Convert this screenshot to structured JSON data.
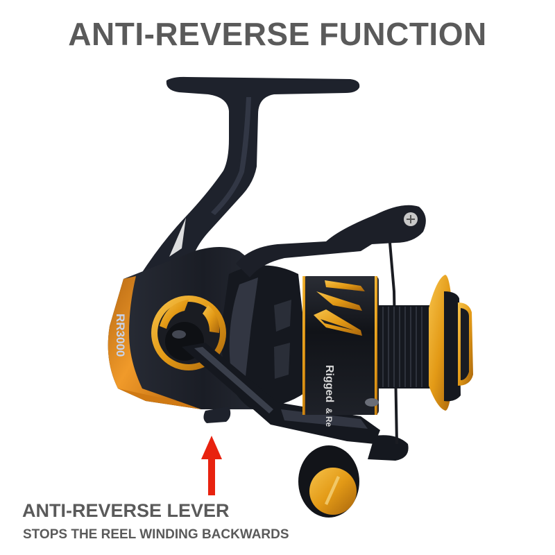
{
  "header": {
    "title": "ANTI-REVERSE FUNCTION"
  },
  "product": {
    "model_label": "RR3000",
    "brand_label": "Rigged",
    "brand_suffix": "& Re",
    "colors": {
      "body": "#1c1f28",
      "body_highlight": "#3a3f4c",
      "gold": "#e8a21a",
      "gold_dark": "#a8650c",
      "orange_panel": "#e58a18"
    }
  },
  "callout": {
    "arrow_color": "#e8220f",
    "title": "ANTI-REVERSE LEVER",
    "subtitle": "STOPS THE REEL WINDING BACKWARDS"
  }
}
